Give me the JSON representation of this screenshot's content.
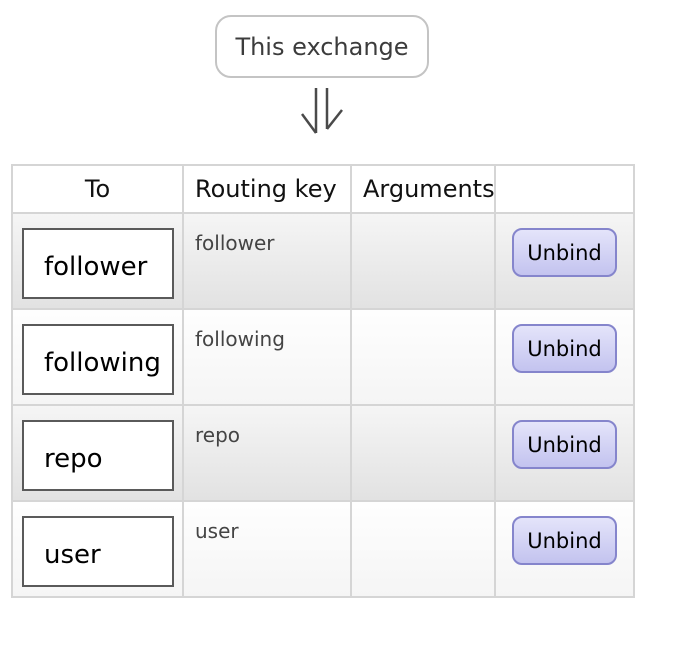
{
  "diagram": {
    "exchange_label": "This exchange",
    "arrow_icon": "double-down-arrow"
  },
  "table": {
    "headers": [
      "To",
      "Routing key",
      "Arguments",
      ""
    ],
    "rows": [
      {
        "to": "follower",
        "routing_key": "follower",
        "arguments": "",
        "action_label": "Unbind"
      },
      {
        "to": "following",
        "routing_key": "following",
        "arguments": "",
        "action_label": "Unbind"
      },
      {
        "to": "repo",
        "routing_key": "repo",
        "arguments": "",
        "action_label": "Unbind"
      },
      {
        "to": "user",
        "routing_key": "user",
        "arguments": "",
        "action_label": "Unbind"
      }
    ]
  },
  "colors": {
    "button_border": "#8585cc",
    "button_bg_top": "#e4e4fa",
    "button_bg_bottom": "#c3c3ef",
    "row_shade_top": "#f5f5f5",
    "row_shade_bottom": "#e2e2e2",
    "table_border": "#d5d5d5",
    "queue_box_border": "#5a5a5a",
    "exchange_node_border": "#c4c4c4",
    "routing_key_text": "#444444",
    "arrow_color": "#4a4a4a"
  }
}
